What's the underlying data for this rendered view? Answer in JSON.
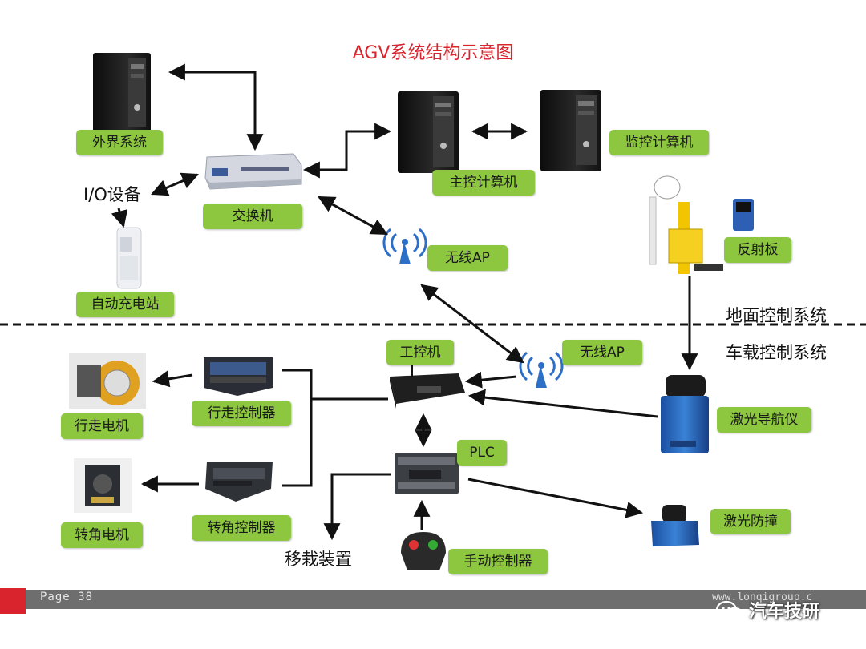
{
  "title": "AGV系统结构示意图",
  "labels": {
    "external_system": "外界系统",
    "switch": "交换机",
    "io_device": "I/O设备",
    "charging_station": "自动充电站",
    "master_computer": "主控计算机",
    "monitor_computer": "监控计算机",
    "wireless_ap_top": "无线AP",
    "reflector": "反射板",
    "ground_control_system": "地面控制系统",
    "vehicle_control_system": "车载控制系统",
    "industrial_pc": "工控机",
    "wireless_ap_bottom": "无线AP",
    "drive_motor": "行走电机",
    "drive_controller": "行走控制器",
    "steering_motor": "转角电机",
    "steering_controller": "转角控制器",
    "laser_navigator": "激光导航仪",
    "plc": "PLC",
    "laser_anticollision": "激光防撞",
    "transfer_device": "移栽装置",
    "manual_controller": "手动控制器"
  },
  "footer": {
    "page": "Page 38",
    "site": "www.lonqigroup.c",
    "brand": "汽车技研"
  },
  "colors": {
    "title": "#d9232d",
    "label_bg": "#8dc63f",
    "footer_bar": "#6e6e6e",
    "footer_accent": "#d9232d"
  }
}
